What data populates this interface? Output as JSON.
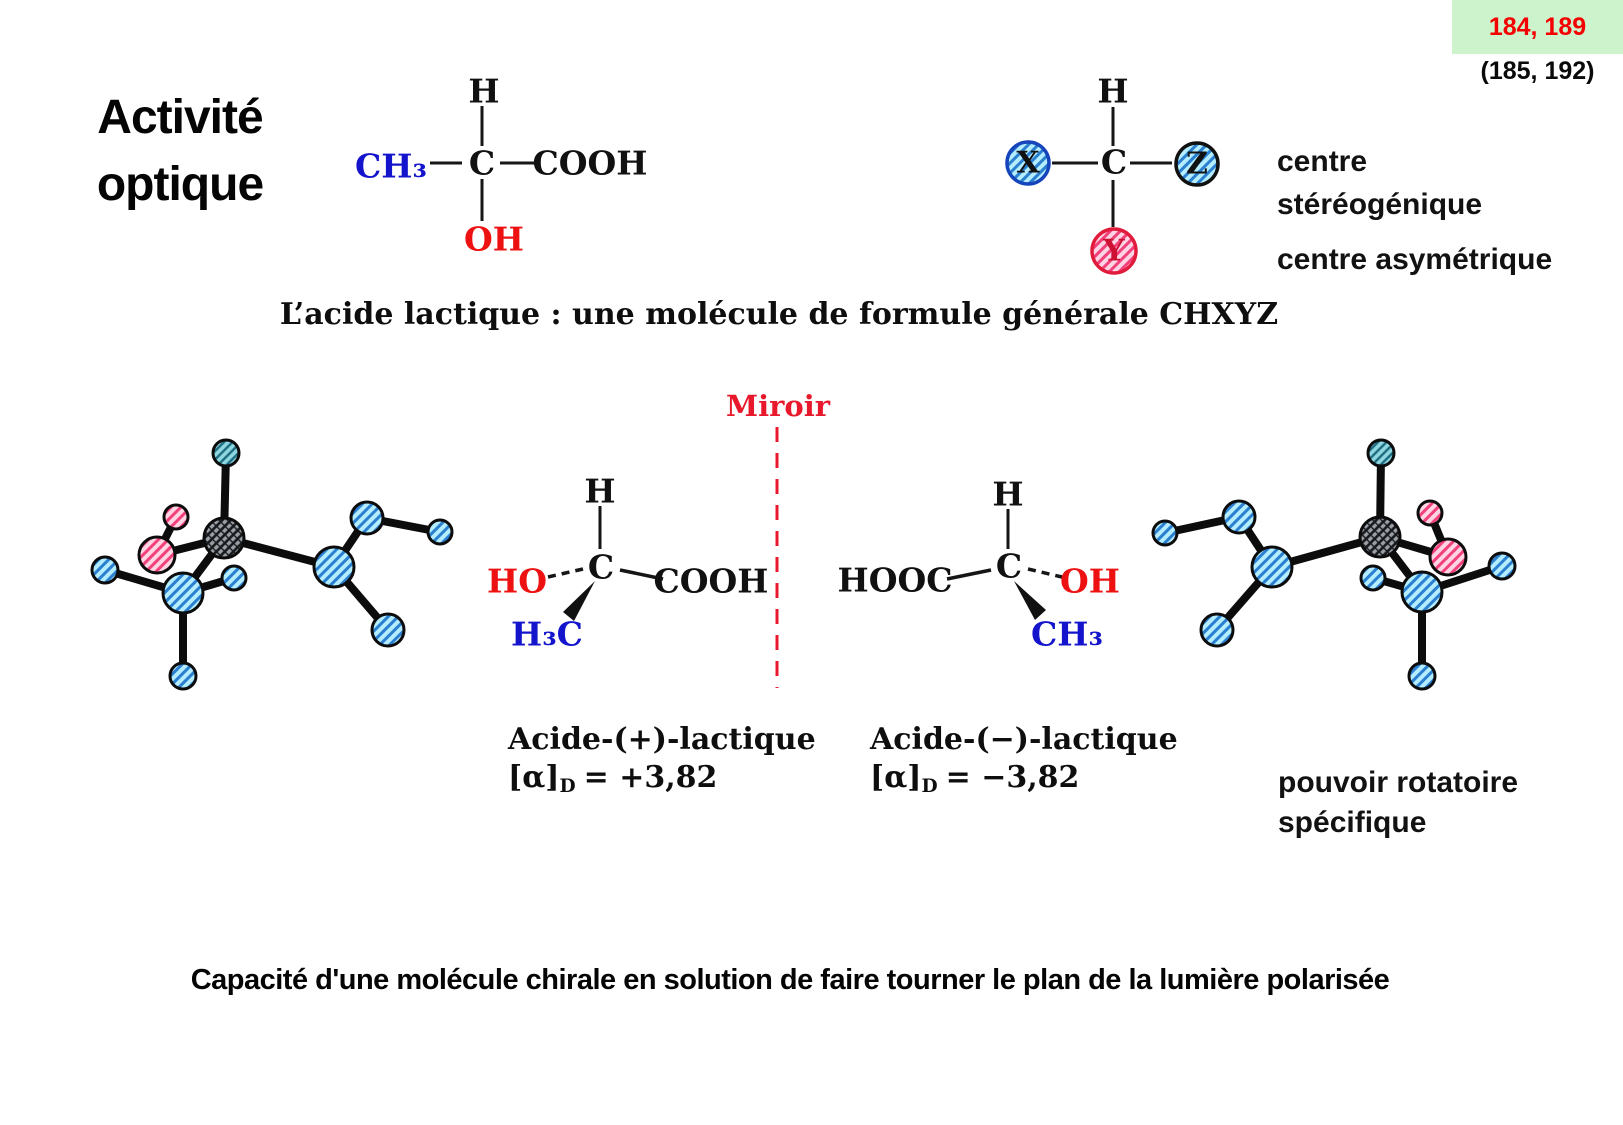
{
  "page_ref": {
    "top": "184, 189",
    "bottom": "(185, 192)"
  },
  "title": {
    "line1": "Activité",
    "line2": "optique"
  },
  "top_formula": {
    "h": "H",
    "ch3": "CH₃",
    "c": "C",
    "cooh": "COOH",
    "oh": "OH"
  },
  "general_formula": {
    "h": "H",
    "x": "X",
    "c": "C",
    "z": "Z",
    "y": "Y"
  },
  "side_notes": {
    "centre": "centre",
    "stereogenique": "stéréogénique",
    "centre_asymetrique": "centre asymétrique",
    "pouvoir_line1": "pouvoir rotatoire",
    "pouvoir_line2": "spécifique"
  },
  "captions": {
    "lactic": "L’acide lactique : une molécule de formule générale CHXYZ",
    "mirror": "Miroir",
    "bottom": "Capacité d'une molécule chirale en solution de faire tourner le plan de la lumière polarisée"
  },
  "enantiomer_left": {
    "h": "H",
    "ho": "HO",
    "c": "C",
    "cooh": "COOH",
    "h3c": "H₃C",
    "name": "Acide-(+)-lactique",
    "alpha": "[α]",
    "alpha_sub": "D",
    "alpha_value": "= +3,82"
  },
  "enantiomer_right": {
    "h": "H",
    "hooc": "HOOC",
    "c": "C",
    "oh": "OH",
    "ch3": "CH₃",
    "name": "Acide-(−)-lactique",
    "alpha": "[α]",
    "alpha_sub": "D",
    "alpha_value": "= −3,82"
  },
  "colors": {
    "formula_blue": "#1414cc",
    "formula_red": "#ee1111",
    "mirror_red": "#e8192c",
    "ref_red": "#f50000",
    "green_box_bg": "#cdf3cd",
    "ball_cyan": "#b3edff",
    "ball_pink": "#ffd4e4",
    "ball_dark": "#9aa0a6"
  }
}
